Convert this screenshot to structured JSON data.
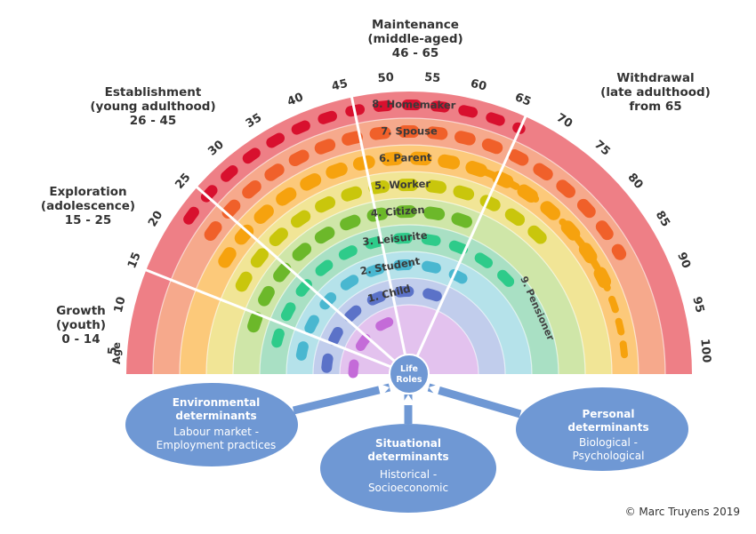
{
  "stages": {
    "growth": {
      "name": "Growth",
      "sub": "(youth)",
      "range": "0 - 14"
    },
    "exploration": {
      "name": "Exploration",
      "sub": "(adolescence)",
      "range": "15 - 25"
    },
    "establishment": {
      "name": "Establishment",
      "sub": "(young adulthood)",
      "range": "26 - 45"
    },
    "maintenance": {
      "name": "Maintenance",
      "sub": "(middle-aged)",
      "range": "46 - 65"
    },
    "withdrawal": {
      "name": "Withdrawal",
      "sub": "(late adulthood)",
      "range": "from 65"
    }
  },
  "age_axis_label": "Age",
  "ages": [
    "5",
    "10",
    "15",
    "20",
    "25",
    "30",
    "35",
    "40",
    "45",
    "50",
    "55",
    "60",
    "65",
    "70",
    "75",
    "80",
    "85",
    "90",
    "95",
    "100"
  ],
  "roles": [
    "8. Homemaker",
    "7. Spouse",
    "6. Parent",
    "5. Worker",
    "4. Citizen",
    "3. Leisurite",
    "2. Student",
    "1. Child"
  ],
  "pensioner_label": "9. Pensioner",
  "center": {
    "line1": "Life",
    "line2": "Roles"
  },
  "determinants": {
    "environmental": {
      "title1": "Environmental",
      "title2": "determinants",
      "line1": "Labour market -",
      "line2": "Employment practices"
    },
    "situational": {
      "title1": "Situational",
      "title2": "determinants",
      "line1": "Historical -",
      "line2": "Socioeconomic"
    },
    "personal": {
      "title1": "Personal",
      "title2": "determinants",
      "line1": "Biological -",
      "line2": "Psychological"
    }
  },
  "colors": {
    "bands": [
      "#ee7f86",
      "#f6a98c",
      "#fcc97a",
      "#f1e596",
      "#cfe6a8",
      "#a9e0c4",
      "#b5e2ea",
      "#c1cdec",
      "#e3c2ee"
    ],
    "dashes": [
      "#d8102e",
      "#f0602a",
      "#f6a20e",
      "#c9c60c",
      "#6cb82a",
      "#2ecb8a",
      "#49b7d0",
      "#5b72c8",
      "#c46bd8"
    ],
    "node": "#6f98d4",
    "ellipse": "#6f98d4",
    "connector": "#6f98d4"
  },
  "credit": "© Marc Truyens 2019"
}
